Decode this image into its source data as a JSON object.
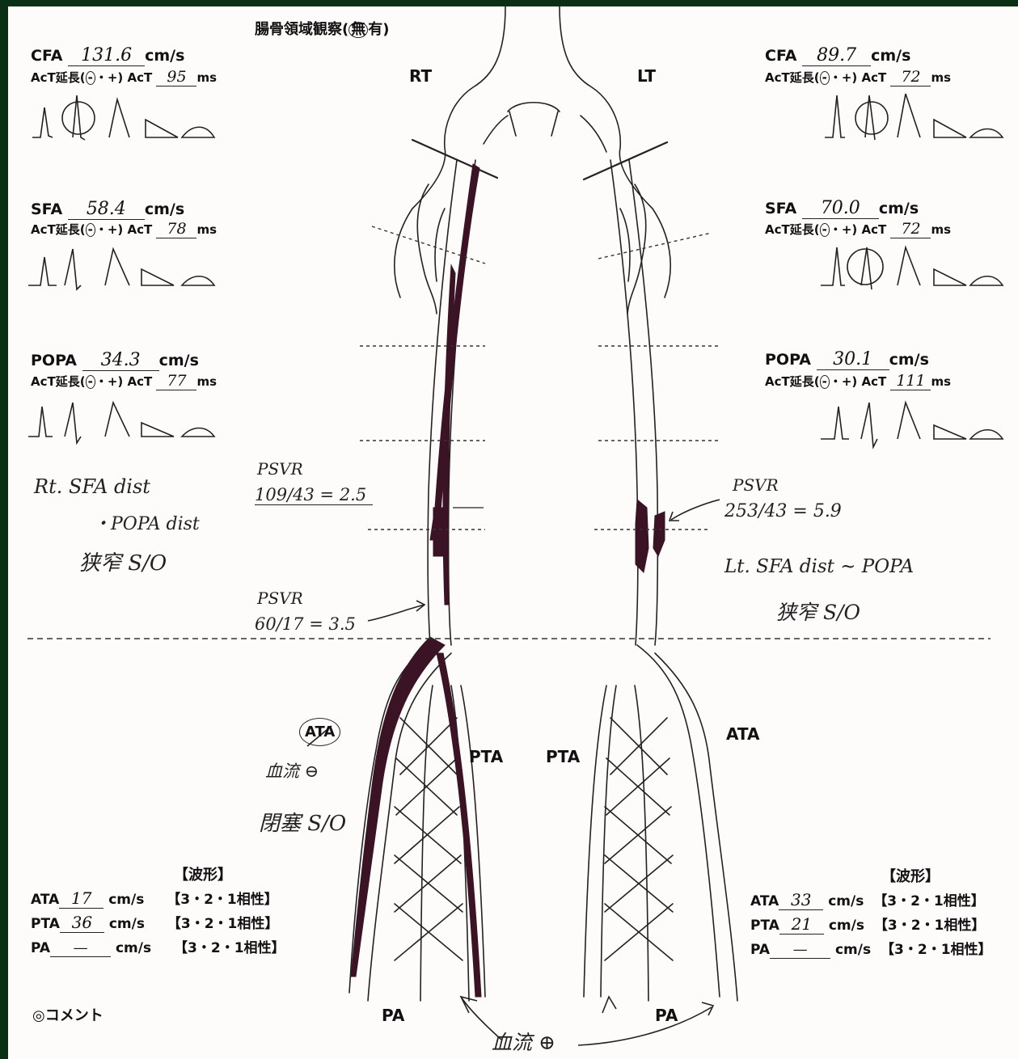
{
  "header": {
    "iliac_label": "腸骨領域観察(",
    "iliac_none": "無",
    "iliac_yes": "有)"
  },
  "sides": {
    "right": "RT",
    "left": "LT"
  },
  "right": {
    "cfa": {
      "label": "CFA",
      "value": "131.6",
      "unit": "cm/s",
      "act_prefix": "AcT延長(",
      "act_minus": "-",
      "act_mid": "・+) AcT",
      "act_value": "95",
      "act_unit": "ms"
    },
    "sfa": {
      "label": "SFA",
      "value": "58.4",
      "unit": "cm/s",
      "act_prefix": "AcT延長(",
      "act_minus": "-",
      "act_mid": "・+) AcT",
      "act_value": "78",
      "act_unit": "ms"
    },
    "popa": {
      "label": "POPA",
      "value": "34.3",
      "unit": "cm/s",
      "act_prefix": "AcT延長(",
      "act_minus": "-",
      "act_mid": "・+) AcT",
      "act_value": "77",
      "act_unit": "ms"
    },
    "note_line1": "Rt. SFA dist",
    "note_line2": "・POPA dist",
    "note_line3": "狭窄 S/O",
    "psvr1_label": "PSVR",
    "psvr1_value": "109/43 = 2.5",
    "psvr2_label": "PSVR",
    "psvr2_value": "60/17 = 3.5",
    "ata_circled": "ATA",
    "flow_minus": "血流 ⊖",
    "occlusion": "閉塞 S/O",
    "waveform_header": "【波形】",
    "ata": {
      "label": "ATA",
      "value": "17",
      "unit": "cm/s",
      "wave": "【3・2・1相性】"
    },
    "pta": {
      "label": "PTA",
      "value": "36",
      "unit": "cm/s",
      "wave": "【3・2・1相性】"
    },
    "pa": {
      "label": "PA",
      "value": "—",
      "unit": "cm/s",
      "wave": "【3・2・1相性】"
    }
  },
  "left": {
    "cfa": {
      "label": "CFA",
      "value": "89.7",
      "unit": "cm/s",
      "act_prefix": "AcT延長(",
      "act_minus": "-",
      "act_mid": "・+) AcT",
      "act_value": "72",
      "act_unit": "ms"
    },
    "sfa": {
      "label": "SFA",
      "value": "70.0",
      "unit": "cm/s",
      "act_prefix": "AcT延長(",
      "act_minus": "-",
      "act_mid": "・+) AcT",
      "act_value": "72",
      "act_unit": "ms"
    },
    "popa": {
      "label": "POPA",
      "value": "30.1",
      "unit": "cm/s",
      "act_prefix": "AcT延長(",
      "act_minus": "-",
      "act_mid": "・+) AcT",
      "act_value": "111",
      "act_unit": "ms"
    },
    "psvr_label": "PSVR",
    "psvr_value": "253/43 = 5.9",
    "note_line1": "Lt. SFA dist ~ POPA",
    "note_line2": "狭窄 S/O",
    "waveform_header": "【波形】",
    "ata": {
      "label": "ATA",
      "value": "33",
      "unit": "cm/s",
      "wave": "【3・2・1相性】"
    },
    "pta": {
      "label": "PTA",
      "value": "21",
      "unit": "cm/s",
      "wave": "【3・2・1相性】"
    },
    "pa": {
      "label": "PA",
      "value": "—",
      "unit": "cm/s",
      "wave": "【3・2・1相性】"
    }
  },
  "diagram": {
    "pta_right": "PTA",
    "pta_left": "PTA",
    "ata_left": "ATA",
    "pa_right": "PA",
    "pa_left": "PA",
    "flow_plus": "血流 ⊕"
  },
  "footer": {
    "comment": "◎コメント"
  },
  "colors": {
    "vessel_fill": "#3a1424",
    "paper": "#fdfcfa",
    "border": "#0b2f14"
  }
}
